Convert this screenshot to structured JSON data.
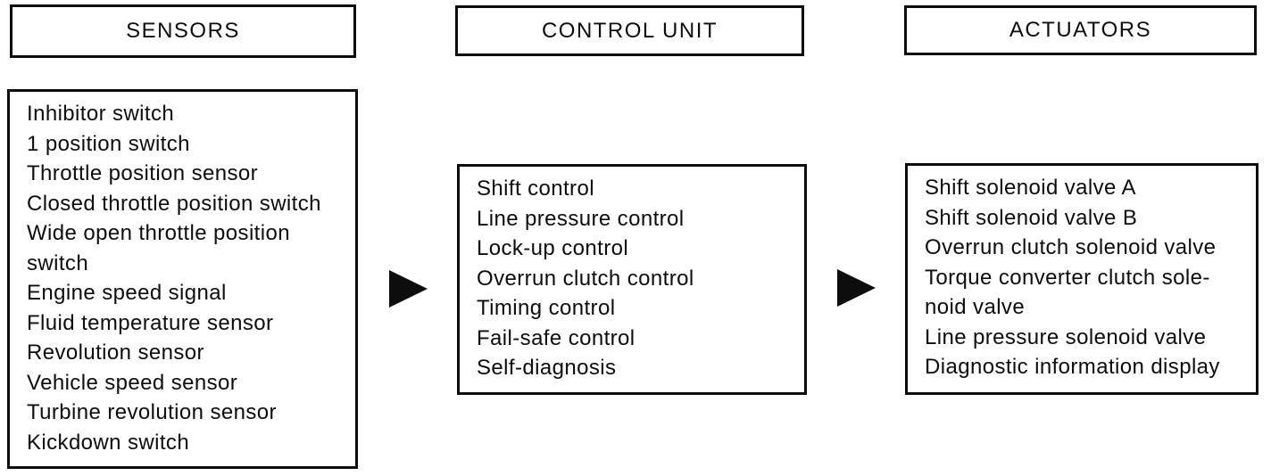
{
  "page": {
    "colors": {
      "ink": "#0d0d0d",
      "background": "#ffffff"
    }
  },
  "diagram": {
    "columns": [
      {
        "header": "SENSORS",
        "items": [
          "Inhibitor switch",
          "1 position switch",
          "Throttle position sensor",
          "Closed throttle position switch",
          "Wide open throttle position\nswitch",
          "Engine speed signal",
          "Fluid temperature sensor",
          "Revolution sensor",
          "Vehicle speed sensor",
          "Turbine revolution sensor",
          "Kickdown switch"
        ]
      },
      {
        "header": "CONTROL UNIT",
        "items": [
          "Shift control",
          "Line pressure control",
          "Lock-up control",
          "Overrun clutch control",
          "Timing control",
          "Fail-safe control",
          "Self-diagnosis"
        ]
      },
      {
        "header": "ACTUATORS",
        "items": [
          "Shift solenoid valve A",
          "Shift solenoid valve B",
          "Overrun clutch solenoid valve",
          "Torque converter clutch sole-\nnoid valve",
          "Line pressure solenoid valve",
          "Diagnostic information display"
        ]
      }
    ],
    "arrows": [
      {
        "icon": "right-arrow"
      },
      {
        "icon": "right-arrow"
      }
    ]
  }
}
